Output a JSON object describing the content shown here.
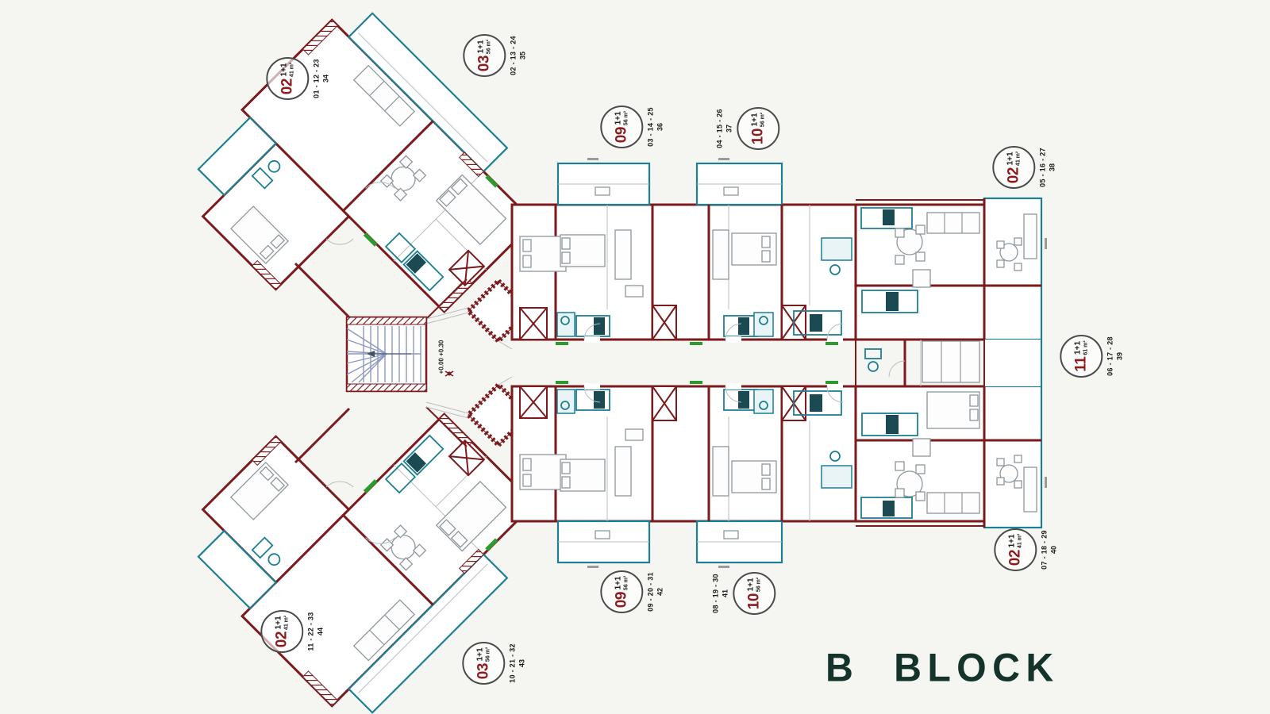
{
  "title": "B BLOCK",
  "level_marker": "+0.00 +0.30",
  "units": [
    {
      "number": "02",
      "type": "1+1",
      "area": "41 m²",
      "floors": "01 - 12 - 23",
      "no": "34"
    },
    {
      "number": "03",
      "type": "1+1",
      "area": "56 m²",
      "floors": "02 - 13 - 24",
      "no": "35"
    },
    {
      "number": "09",
      "type": "1+1",
      "area": "56 m²",
      "floors": "03 - 14 - 25",
      "no": "36"
    },
    {
      "number": "10",
      "type": "1+1",
      "area": "56 m²",
      "floors": "04 - 15 - 26",
      "no": "37"
    },
    {
      "number": "02",
      "type": "1+1",
      "area": "41 m²",
      "floors": "05 - 16 - 27",
      "no": "38"
    },
    {
      "number": "11",
      "type": "1+1",
      "area": "61 m²",
      "floors": "06 - 17 - 28",
      "no": "39"
    },
    {
      "number": "02",
      "type": "1+1",
      "area": "41 m²",
      "floors": "07 - 18 - 29",
      "no": "40"
    },
    {
      "number": "10",
      "type": "1+1",
      "area": "56 m²",
      "floors": "08 - 19 - 30",
      "no": "41"
    },
    {
      "number": "09",
      "type": "1+1",
      "area": "56 m²",
      "floors": "09 - 20 - 31",
      "no": "42"
    },
    {
      "number": "03",
      "type": "1+1",
      "area": "56 m²",
      "floors": "10 - 21 - 32",
      "no": "43"
    },
    {
      "number": "02",
      "type": "1+1",
      "area": "41 m²",
      "floors": "11 - 22 - 33",
      "no": "44"
    }
  ],
  "colors": {
    "wall": "#7b1b1d",
    "balcony": "#1e7f93",
    "furniture": "#8e979c",
    "annotation": "#2c9a2c",
    "label_number": "#8c1a1e",
    "title": "#14332b",
    "steps": "#8b99c0",
    "text": "#1a1a1a"
  }
}
